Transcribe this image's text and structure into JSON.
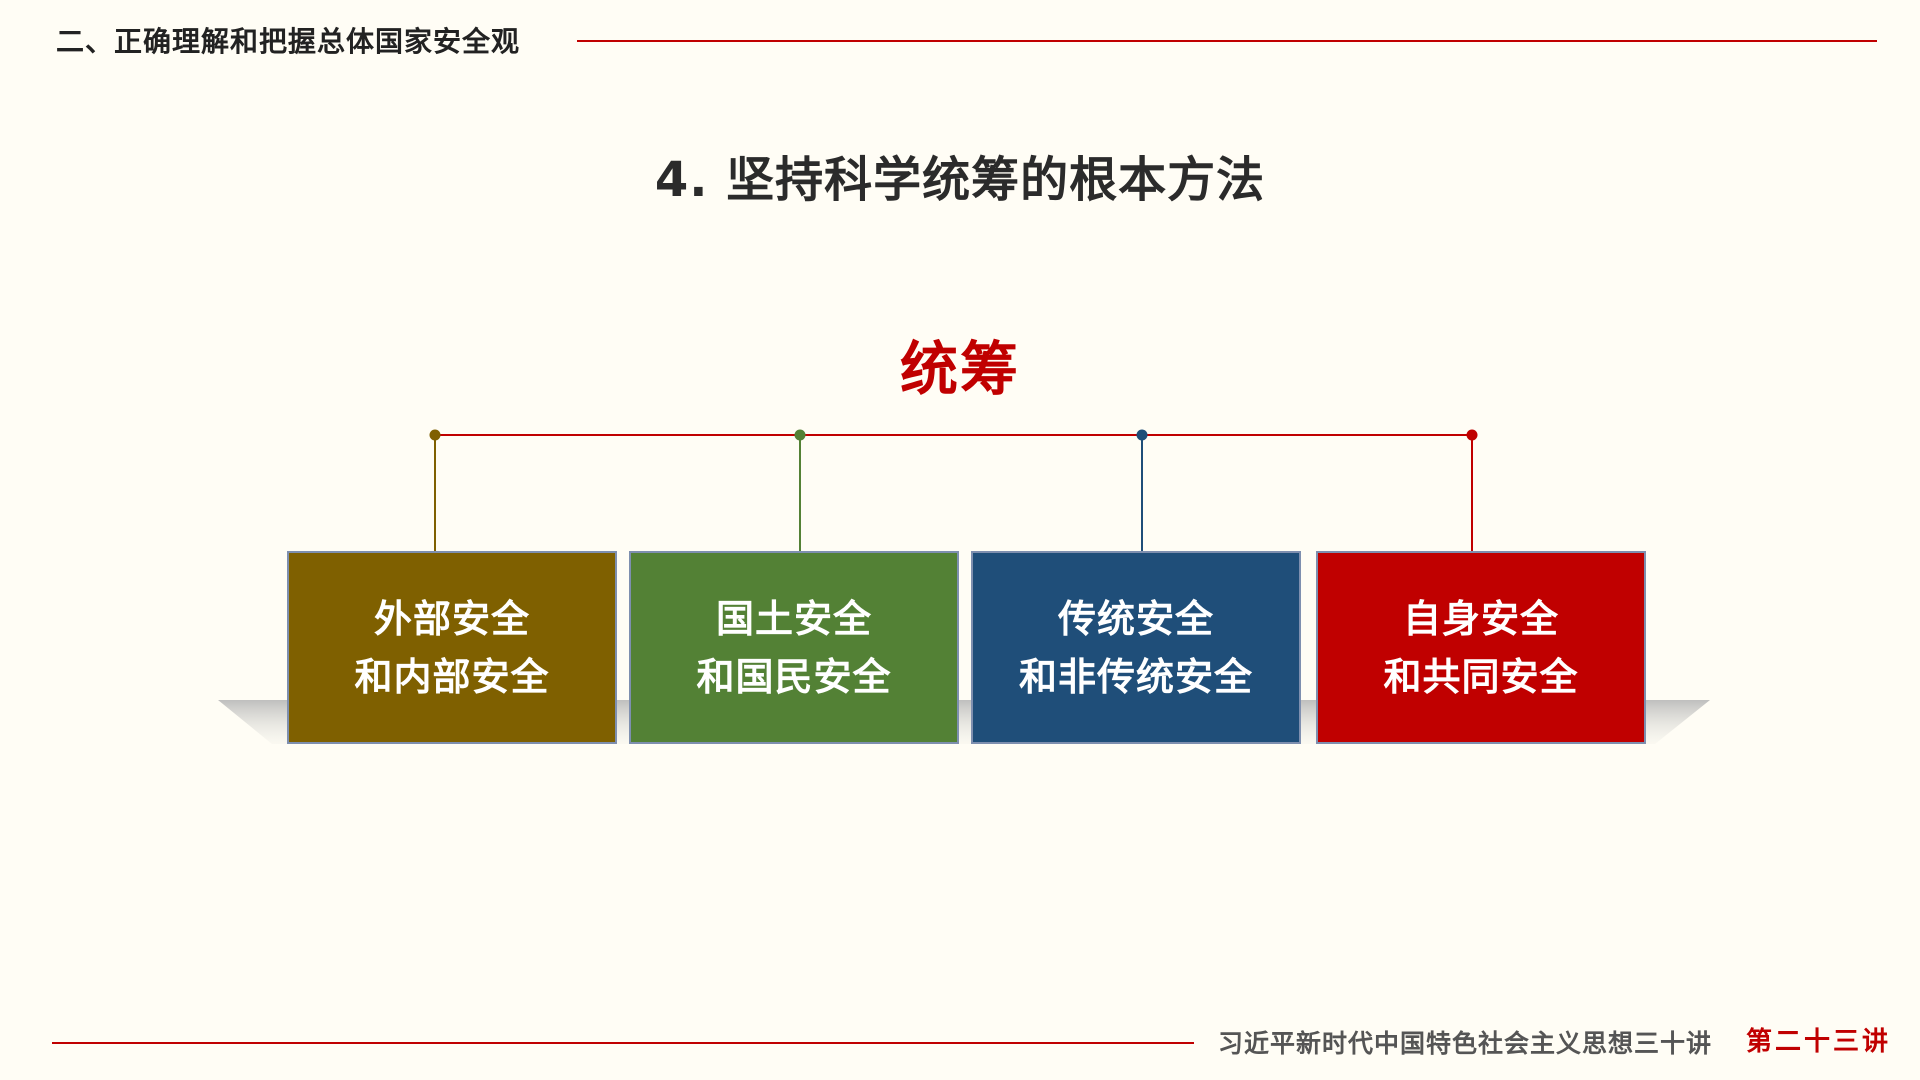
{
  "header": {
    "section_title": "二、正确理解和把握总体国家安全观"
  },
  "slide": {
    "title": "4. 坚持科学统筹的根本方法",
    "center_label": "统筹",
    "boxes": [
      {
        "line1": "外部安全",
        "line2": "和内部安全",
        "color": "#7F6000"
      },
      {
        "line1": "国土安全",
        "line2": "和国民安全",
        "color": "#538135"
      },
      {
        "line1": "传统安全",
        "line2": "和非传统安全",
        "color": "#1F4E79"
      },
      {
        "line1": "自身安全",
        "line2": "和共同安全",
        "color": "#C00000"
      }
    ]
  },
  "footer": {
    "series_title": "习近平新时代中国特色社会主义思想三十讲",
    "lecture_number": "第二十三讲"
  },
  "colors": {
    "accent_red": "#C00000",
    "background": "#FFFDF5",
    "rule": "#C00000"
  }
}
